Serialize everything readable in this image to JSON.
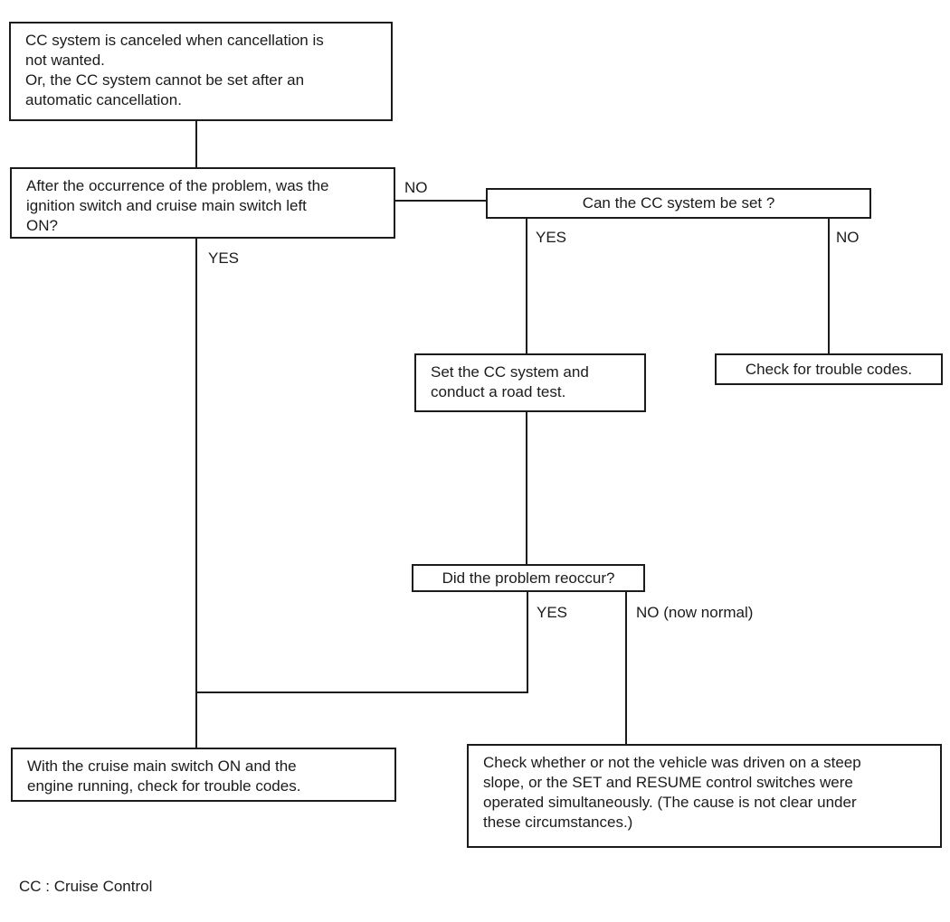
{
  "page": {
    "background_color": "#ffffff",
    "line_color": "#1b1b1b"
  },
  "flowchart": {
    "nodes": {
      "problem_statement": {
        "text": "CC system is canceled when cancellation is\nnot wanted.\nOr, the CC system cannot be set after an\nautomatic cancellation."
      },
      "q_ignition_left_on": {
        "text": "After the occurrence of the problem, was the\nignition switch and cruise main switch left\nON?"
      },
      "q_can_cc_be_set": {
        "text": "Can the CC system be set ?"
      },
      "set_cc_road_test": {
        "text": "Set the CC system and\nconduct a road test."
      },
      "check_trouble_codes": {
        "text": "Check for trouble codes."
      },
      "q_problem_reoccur": {
        "text": "Did the problem reoccur?"
      },
      "main_switch_check_codes": {
        "text": "With the cruise main switch ON and the\nengine running, check for trouble codes."
      },
      "check_steep_slope": {
        "text": "Check whether or not the vehicle was driven on a steep\nslope, or the SET and RESUME control switches were\noperated simultaneously. (The cause is not clear under\nthese circumstances.)"
      }
    },
    "branch_labels": {
      "ignition_no": "NO",
      "ignition_yes": "YES",
      "can_set_yes": "YES",
      "can_set_no": "NO",
      "reoccur_yes": "YES",
      "reoccur_no": "NO (now normal)"
    },
    "legend": "CC : Cruise Control"
  }
}
